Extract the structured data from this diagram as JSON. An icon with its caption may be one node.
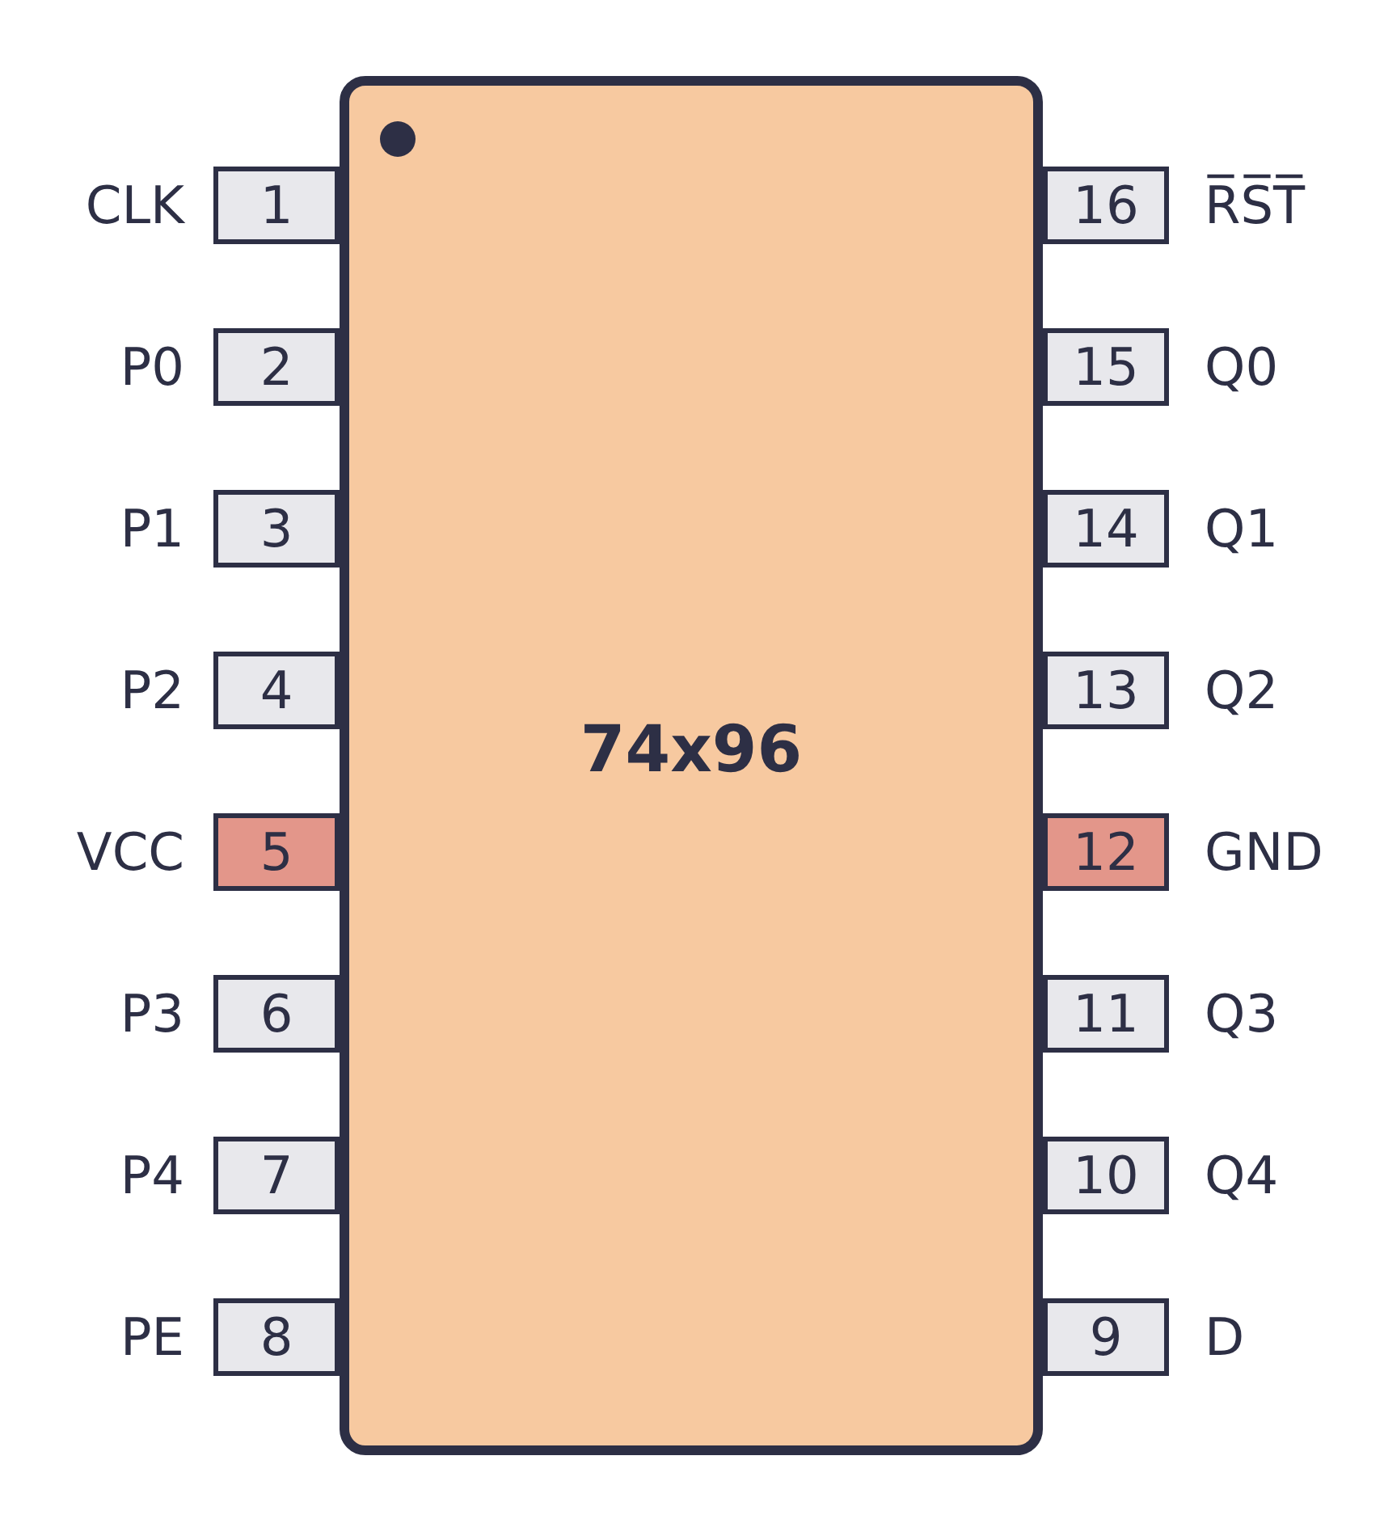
{
  "diagram": {
    "nodes": [
      {
        "text": [
          "74x96"
        ]
      },
      {
        "text": [
          "1"
        ],
        "beside": [
          "CLK"
        ]
      },
      {
        "text": [
          "2"
        ],
        "beside": [
          "P0"
        ]
      },
      {
        "text": [
          "3"
        ],
        "beside": [
          "P1"
        ]
      },
      {
        "text": [
          "4"
        ],
        "beside": [
          "P2"
        ]
      },
      {
        "text": [
          "5"
        ],
        "beside": [
          "VCC"
        ]
      },
      {
        "text": [
          "6"
        ],
        "beside": [
          "P3"
        ]
      },
      {
        "text": [
          "7"
        ],
        "beside": [
          "P4"
        ]
      },
      {
        "text": [
          "8"
        ],
        "beside": [
          "PE"
        ]
      },
      {
        "text": [
          "16"
        ],
        "beside": [
          "R̅S̅T̅"
        ]
      },
      {
        "text": [
          "15"
        ],
        "beside": [
          "Q0"
        ]
      },
      {
        "text": [
          "14"
        ],
        "beside": [
          "Q1"
        ]
      },
      {
        "text": [
          "13"
        ],
        "beside": [
          "Q2"
        ]
      },
      {
        "text": [
          "12"
        ],
        "beside": [
          "GND"
        ]
      },
      {
        "text": [
          "11"
        ],
        "beside": [
          "Q3"
        ]
      },
      {
        "text": [
          "10"
        ],
        "beside": [
          "Q4"
        ]
      },
      {
        "text": [
          "9"
        ],
        "beside": [
          "D"
        ]
      }
    ]
  }
}
